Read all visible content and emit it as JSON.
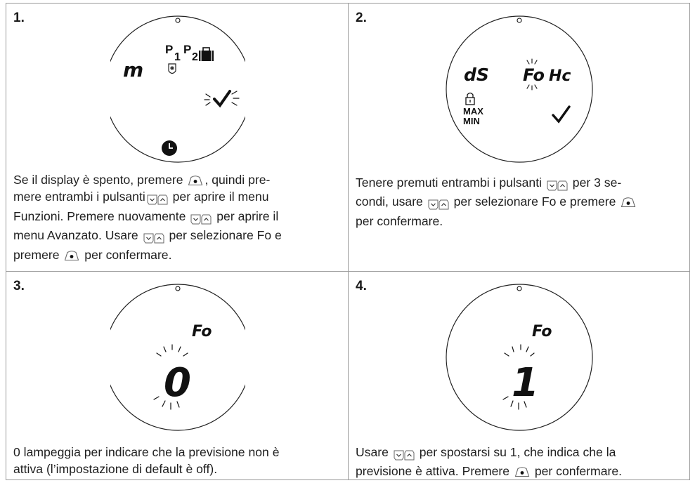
{
  "panels": [
    {
      "number": "1.",
      "display": {
        "segment_text": "m",
        "p1": "P",
        "p1_sub": "1",
        "p2": "P",
        "p2_sub": "2"
      },
      "lines": [
        [
          "Se il display è spento, premere ",
          "{ok}",
          ", quindi pre-"
        ],
        [
          "mere entrambi i pulsanti",
          "{updown}",
          " per aprire il menu"
        ],
        [
          "Funzioni. Premere nuovamente ",
          "{updown}",
          " per aprire il"
        ],
        [
          "menu Avanzato. Usare ",
          "{updown}",
          " per selezionare Fo e"
        ],
        [
          "premere ",
          "{ok}",
          " per confermare."
        ]
      ]
    },
    {
      "number": "2.",
      "display": {
        "left_text": "dS",
        "code_fo": "Fo",
        "code_hc": "Hc",
        "max": "MAX",
        "min": "MIN"
      },
      "lines": [
        [
          "Tenere premuti entrambi i pulsanti ",
          "{updown}",
          " per 3 se-"
        ],
        [
          "condi, usare ",
          "{updown}",
          " per selezionare Fo e premere ",
          "{ok}"
        ],
        [
          "per confermare."
        ]
      ]
    },
    {
      "number": "3.",
      "display": {
        "code": "Fo",
        "digit": "0"
      },
      "lines": [
        [
          "0  lampeggia per indicare che la previsione non è"
        ],
        [
          "attiva (l’impostazione di default è off)."
        ]
      ]
    },
    {
      "number": "4.",
      "display": {
        "code": "Fo",
        "digit": "1"
      },
      "lines": [
        [
          "Usare ",
          "{updown}",
          " per spostarsi su 1,  che indica che la"
        ],
        [
          "previsione è attiva. Premere ",
          "{ok}",
          " per confermare."
        ]
      ]
    }
  ]
}
